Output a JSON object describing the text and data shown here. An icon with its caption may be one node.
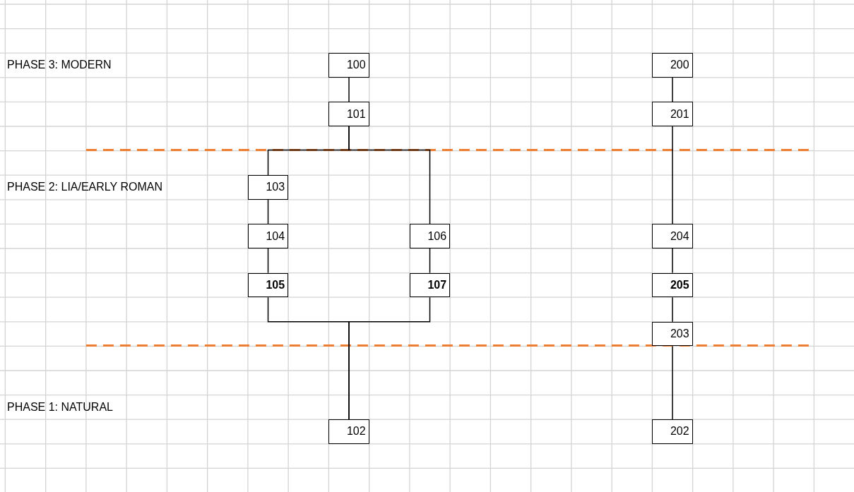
{
  "diagram": {
    "nodes": [
      {
        "text": [
          "100"
        ]
      },
      {
        "text": [
          "200"
        ]
      },
      {
        "text": [
          "101"
        ]
      },
      {
        "text": [
          "201"
        ]
      },
      {
        "text": [
          "103"
        ]
      },
      {
        "text": [
          "104"
        ]
      },
      {
        "text": [
          "106"
        ]
      },
      {
        "text": [
          "204"
        ]
      },
      {
        "text": [
          "105"
        ]
      },
      {
        "text": [
          "107"
        ]
      },
      {
        "text": [
          "205"
        ]
      },
      {
        "text": [
          "203"
        ]
      },
      {
        "text": [
          "102"
        ]
      },
      {
        "text": [
          "202"
        ]
      }
    ],
    "edges": [
      {
        "from": 0,
        "to": 2,
        "arrow": "none"
      },
      {
        "from": 2,
        "to": 4,
        "arrow": "none"
      },
      {
        "from": 2,
        "to": 6,
        "arrow": "none"
      },
      {
        "from": 4,
        "to": 5,
        "arrow": "none"
      },
      {
        "from": 5,
        "to": 8,
        "arrow": "none"
      },
      {
        "from": 6,
        "to": 9,
        "arrow": "none"
      },
      {
        "from": 8,
        "to": 12,
        "arrow": "none"
      },
      {
        "from": 9,
        "to": 12,
        "arrow": "none"
      },
      {
        "from": 1,
        "to": 3,
        "arrow": "none"
      },
      {
        "from": 3,
        "to": 7,
        "arrow": "none"
      },
      {
        "from": 7,
        "to": 10,
        "arrow": "none"
      },
      {
        "from": 10,
        "to": 11,
        "arrow": "none"
      },
      {
        "from": 11,
        "to": 13,
        "arrow": "none"
      }
    ],
    "labels": [
      "PHASE 3: MODERN",
      "PHASE 2: LIA/EARLY ROMAN",
      "PHASE 1: NATURAL"
    ]
  }
}
